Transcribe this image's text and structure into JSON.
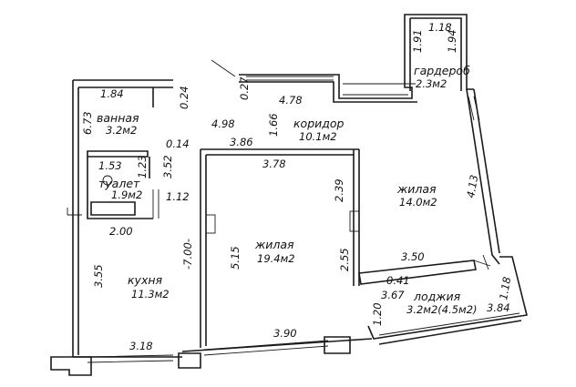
{
  "rooms": {
    "bath": {
      "name": "ванная",
      "area": "3.2м2"
    },
    "toilet": {
      "name": "туалет",
      "area": "1.9м2"
    },
    "kitchen": {
      "name": "кухня",
      "area": "11.3м2"
    },
    "living1": {
      "name": "жилая",
      "area": "19.4м2"
    },
    "corridor": {
      "name": "коридор",
      "area": "10.1м2"
    },
    "living2": {
      "name": "жилая",
      "area": "14.0м2"
    },
    "wardrobe": {
      "name": "гардероб",
      "area": "2.3м2"
    },
    "loggia": {
      "name": "лоджия",
      "area": "3.2м2(4.5м2)"
    }
  },
  "dims": {
    "d184": "1.84",
    "d024": "0.24",
    "d027": "0.27",
    "d478": "4.78",
    "d191": "1.91",
    "d118a": "1.18",
    "d194": "1.94",
    "d673": "6.73",
    "d498": "4.98",
    "d166": "1.66",
    "d014": "0.14",
    "d386": "3.86",
    "d153": "1.53",
    "d123": "1.23",
    "d352": "3.52",
    "d378": "3.78",
    "d239": "2.39",
    "d413": "4.13",
    "d112": "1.12",
    "d200": "2.00",
    "d700": "-7.00-",
    "d515": "5.15",
    "d255": "2.55",
    "d350": "3.50",
    "d355": "3.55",
    "d041": "0.41",
    "d118b": "1.18",
    "d367": "3.67",
    "d120": "1.20",
    "d384": "3.84",
    "d390": "3.90",
    "d318": "3.18"
  }
}
